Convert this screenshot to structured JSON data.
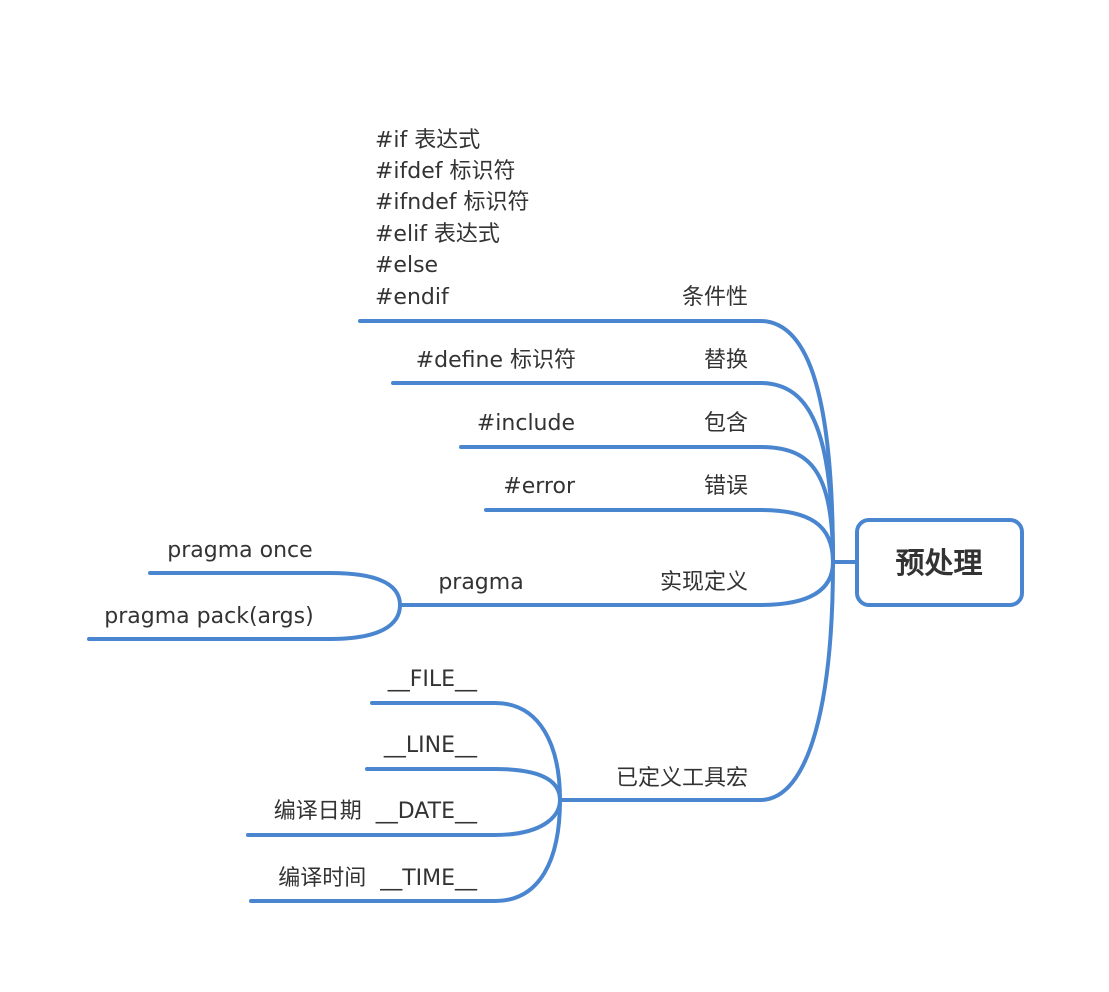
{
  "colors": {
    "line": "#4a86d0",
    "text": "#333333",
    "background": "#ffffff"
  },
  "root": {
    "label": "预处理"
  },
  "branches": [
    {
      "label": "条件性",
      "details": [
        "#if 表达式",
        "#ifdef 标识符",
        "#ifndef 标识符",
        "#elif 表达式",
        "#else",
        "#endif"
      ]
    },
    {
      "label": "替换",
      "details": [
        "#define 标识符"
      ]
    },
    {
      "label": "包含",
      "details": [
        "#include"
      ]
    },
    {
      "label": "错误",
      "details": [
        "#error"
      ]
    },
    {
      "label": "实现定义",
      "sub": {
        "label": "pragma",
        "children": [
          "pragma once",
          "pragma pack(args)"
        ]
      }
    },
    {
      "label": "已定义工具宏",
      "children": [
        "__FILE__",
        "__LINE__",
        "编译日期  __DATE__",
        "编译时间  __TIME__"
      ]
    }
  ]
}
